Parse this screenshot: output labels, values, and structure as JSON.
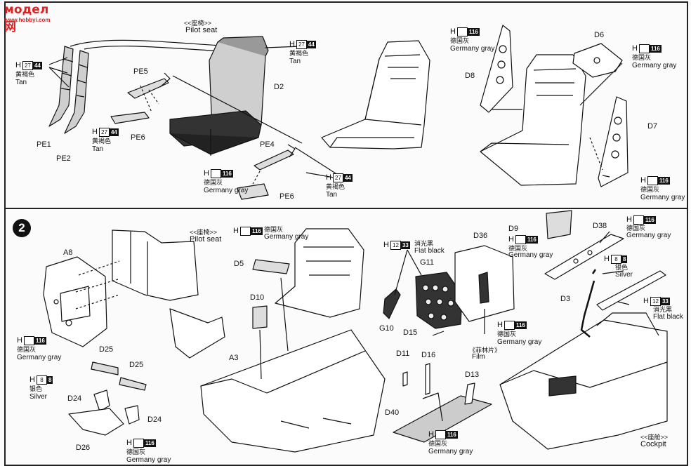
{
  "watermark": {
    "cn": "модел网",
    "url": "www.hobbyi.com"
  },
  "step": "2",
  "paints": {
    "tan": {
      "code": "27",
      "sub": "44",
      "cn": "黄褐色",
      "en": "Tan"
    },
    "gray": {
      "code": "116",
      "cn": "德国灰",
      "en": "Germany gray"
    },
    "silver": {
      "code": "8",
      "sub": "8",
      "cn": "银色",
      "en": "Silver"
    },
    "black": {
      "code": "12",
      "sub": "33",
      "cn": "消光黑",
      "en": "Flat black"
    }
  },
  "titles": {
    "seat_cn": "<<座椅>>",
    "seat_en": "Pilot seat",
    "cockpit_cn": "<<座舱>>",
    "cockpit_en": "Cockpit",
    "film_cn": "《菲林片》",
    "film_en": "Film"
  },
  "parts": {
    "PE1": "PE1",
    "PE2": "PE2",
    "PE4": "PE4",
    "PE5": "PE5",
    "PE6": "PE6",
    "D2": "D2",
    "D3": "D3",
    "D5": "D5",
    "D6": "D6",
    "D7": "D7",
    "D8": "D8",
    "D9": "D9",
    "D10": "D10",
    "D11": "D11",
    "D13": "D13",
    "D15": "D15",
    "D16": "D16",
    "D24": "D24",
    "D25": "D25",
    "D26": "D26",
    "D36": "D36",
    "D38": "D38",
    "D40": "D40",
    "A3": "A3",
    "A8": "A8",
    "G10": "G10",
    "G11": "G11"
  },
  "colors": {
    "ink": "#111111",
    "seat_fill": "#333333",
    "cushion": "#dcdcdc"
  }
}
